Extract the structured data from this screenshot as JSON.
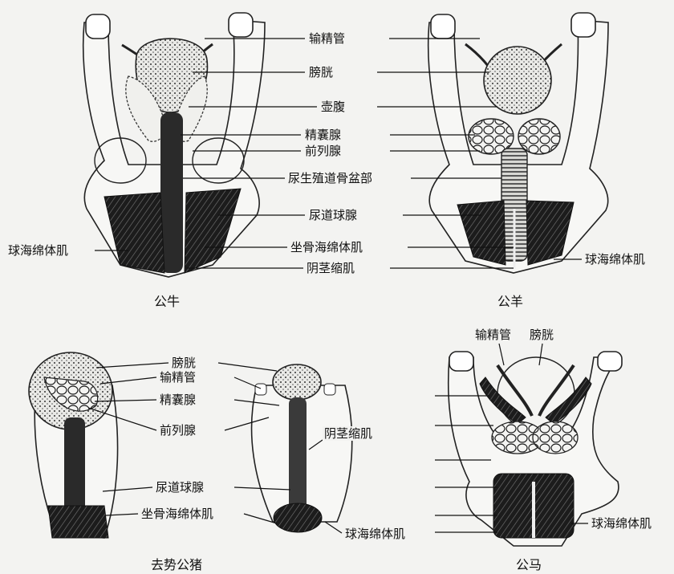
{
  "panels": {
    "bull": {
      "caption": "公牛",
      "labels": {
        "vas_deferens": "输精管",
        "bladder": "膀胱",
        "ampulla": "壶腹",
        "seminal_vesicle": "精囊腺",
        "prostate": "前列腺",
        "pelvic_urethra": "尿生殖道骨盆部",
        "bulbourethral_gland": "尿道球腺",
        "ischiocavernosus": "坐骨海绵体肌",
        "retractor_penis": "阴茎缩肌",
        "bulbospongiosus": "球海绵体肌"
      }
    },
    "ram": {
      "caption": "公羊",
      "labels": {
        "bulbospongiosus": "球海绵体肌"
      }
    },
    "barrow": {
      "caption": "去势公猪",
      "labels": {
        "bladder": "膀胱",
        "vas_deferens": "输精管",
        "seminal_vesicle": "精囊腺",
        "prostate": "前列腺",
        "bulbourethral_gland": "尿道球腺",
        "ischiocavernosus": "坐骨海绵体肌",
        "retractor_penis": "阴茎缩肌",
        "bulbospongiosus": "球海绵体肌"
      }
    },
    "stallion": {
      "caption": "公马",
      "labels": {
        "vas_deferens": "输精管",
        "bladder": "膀胱",
        "bulbospongiosus": "球海绵体肌"
      }
    }
  }
}
